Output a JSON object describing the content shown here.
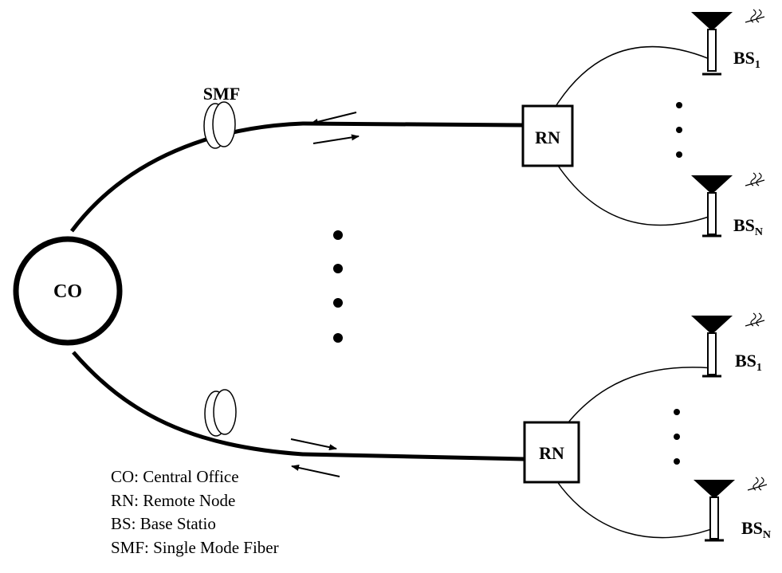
{
  "diagram": {
    "central_office_label": "CO",
    "fiber_label": "SMF",
    "remote_nodes": [
      {
        "label": "RN",
        "base_stations": [
          {
            "prefix": "BS",
            "subscript": "1"
          },
          {
            "prefix": "BS",
            "subscript": "N"
          }
        ]
      },
      {
        "label": "RN",
        "base_stations": [
          {
            "prefix": "BS",
            "subscript": "1"
          },
          {
            "prefix": "BS",
            "subscript": "N"
          }
        ]
      }
    ],
    "wireless_icon": "wireless-signal-icon",
    "antenna_icon": "antenna-icon",
    "fiber_coil_icon": "fiber-coil-icon"
  },
  "legend": [
    "CO: Central Office",
    "RN: Remote Node",
    "BS: Base Statio",
    "SMF: Single Mode Fiber"
  ],
  "colors": {
    "stroke": "#000000",
    "background": "#ffffff"
  }
}
